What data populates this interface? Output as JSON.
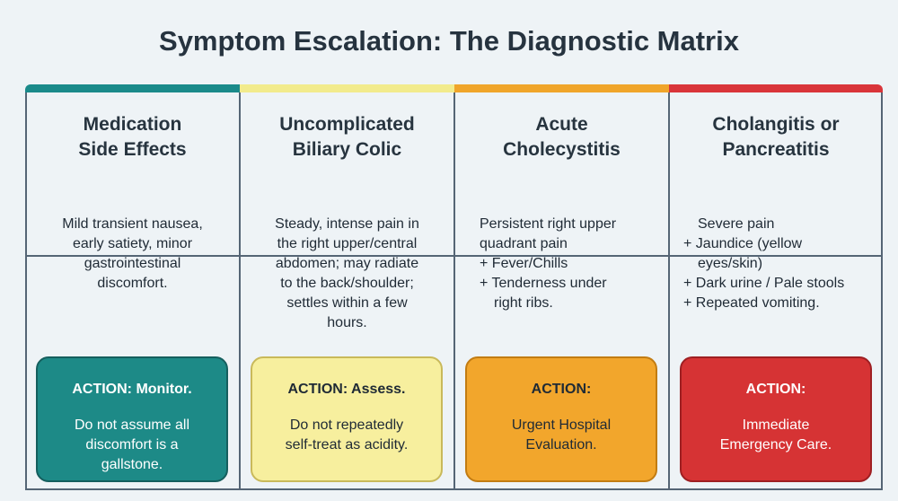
{
  "title": "Symptom Escalation: The Diagnostic Matrix",
  "columns": [
    {
      "header": [
        "Medication",
        "Side Effects"
      ],
      "description": [
        "Mild transient nausea,",
        "early satiety, minor",
        "gastrointestinal",
        "discomfort."
      ],
      "action_label": "ACTION: Monitor.",
      "action_text": [
        "Do not assume all",
        "discomfort is a",
        "gallstone."
      ],
      "bar_color": "#1a8a8a",
      "box_color": "#1d8a87",
      "box_border": "#155f5e",
      "box_text_color": "#ffffff"
    },
    {
      "header": [
        "Uncomplicated",
        "Biliary Colic"
      ],
      "description": [
        "Steady, intense pain in",
        "the right upper/central",
        "abdomen; may radiate",
        "to the back/shoulder;",
        "settles within a few",
        "hours."
      ],
      "action_label": "ACTION: Assess.",
      "action_text": [
        "Do not repeatedly",
        "self-treat as acidity."
      ],
      "bar_color": "#f2eb8c",
      "box_color": "#f7ef9e",
      "box_border": "#c9b95a",
      "box_text_color": "#1f2a35"
    },
    {
      "header": [
        "Acute",
        "Cholecystitis"
      ],
      "description": [
        "Persistent right upper",
        "quadrant pain",
        "+ Fever/Chills",
        "+ Tenderness under",
        "right ribs."
      ],
      "action_label": "ACTION:",
      "action_text": [
        "Urgent Hospital",
        "Evaluation."
      ],
      "bar_color": "#f0a52a",
      "box_color": "#f2a62c",
      "box_border": "#c27c12",
      "box_text_color": "#1f2a35"
    },
    {
      "header": [
        "Cholangitis or",
        "Pancreatitis"
      ],
      "description": [
        "Severe pain",
        "+ Jaundice (yellow",
        "eyes/skin)",
        "+ Dark urine / Pale stools",
        "+ Repeated vomiting."
      ],
      "action_label": "ACTION:",
      "action_text": [
        "Immediate",
        "Emergency Care."
      ],
      "bar_color": "#d9353a",
      "box_color": "#d63334",
      "box_border": "#9e1f22",
      "box_text_color": "#ffffff"
    }
  ]
}
